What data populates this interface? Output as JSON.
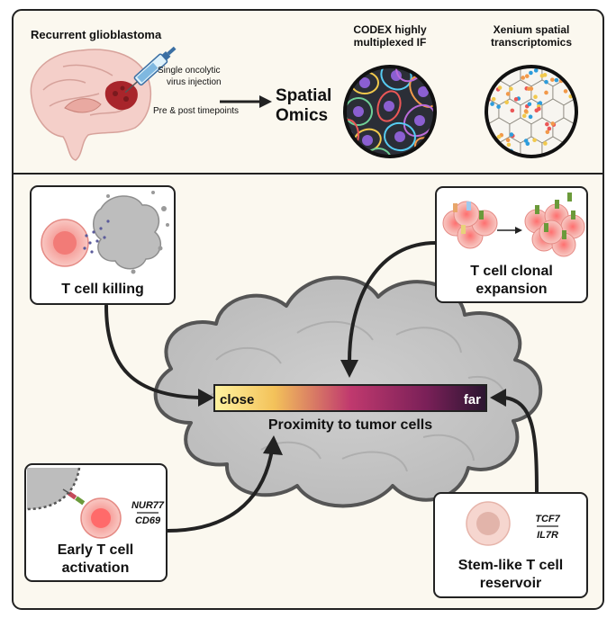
{
  "top_panel": {
    "title": "Recurrent glioblastoma",
    "injection_line1": "Single oncolytic",
    "injection_line2": "virus injection",
    "timepoints": "Pre & post timepoints",
    "spatial_line1": "Spatial",
    "spatial_line2": "Omics",
    "codex_line1": "CODEX highly",
    "codex_line2": "multiplexed IF",
    "xenium_line1": "Xenium spatial",
    "xenium_line2": "transcriptomics"
  },
  "bottom_panel": {
    "killing": {
      "label": "T cell killing"
    },
    "clonal": {
      "line1": "T cell clonal",
      "line2": "expansion"
    },
    "early": {
      "line1": "Early T cell",
      "line2": "activation",
      "gene1": "NUR77",
      "gene2": "CD69"
    },
    "stem": {
      "line1": "Stem-like T cell",
      "line2": "reservoir",
      "gene1": "TCF7",
      "gene2": "IL7R"
    },
    "gradient": {
      "close": "close",
      "far": "far",
      "caption": "Proximity to tumor cells"
    }
  },
  "colors": {
    "gradient_close": "#fff3a0",
    "gradient_mid": "#c0396e",
    "gradient_far": "#2a1530",
    "panel_bg": "#fbf8ef",
    "tumor_gray": "#c9c9c9",
    "tcell_pink": "#f4a6a0"
  }
}
